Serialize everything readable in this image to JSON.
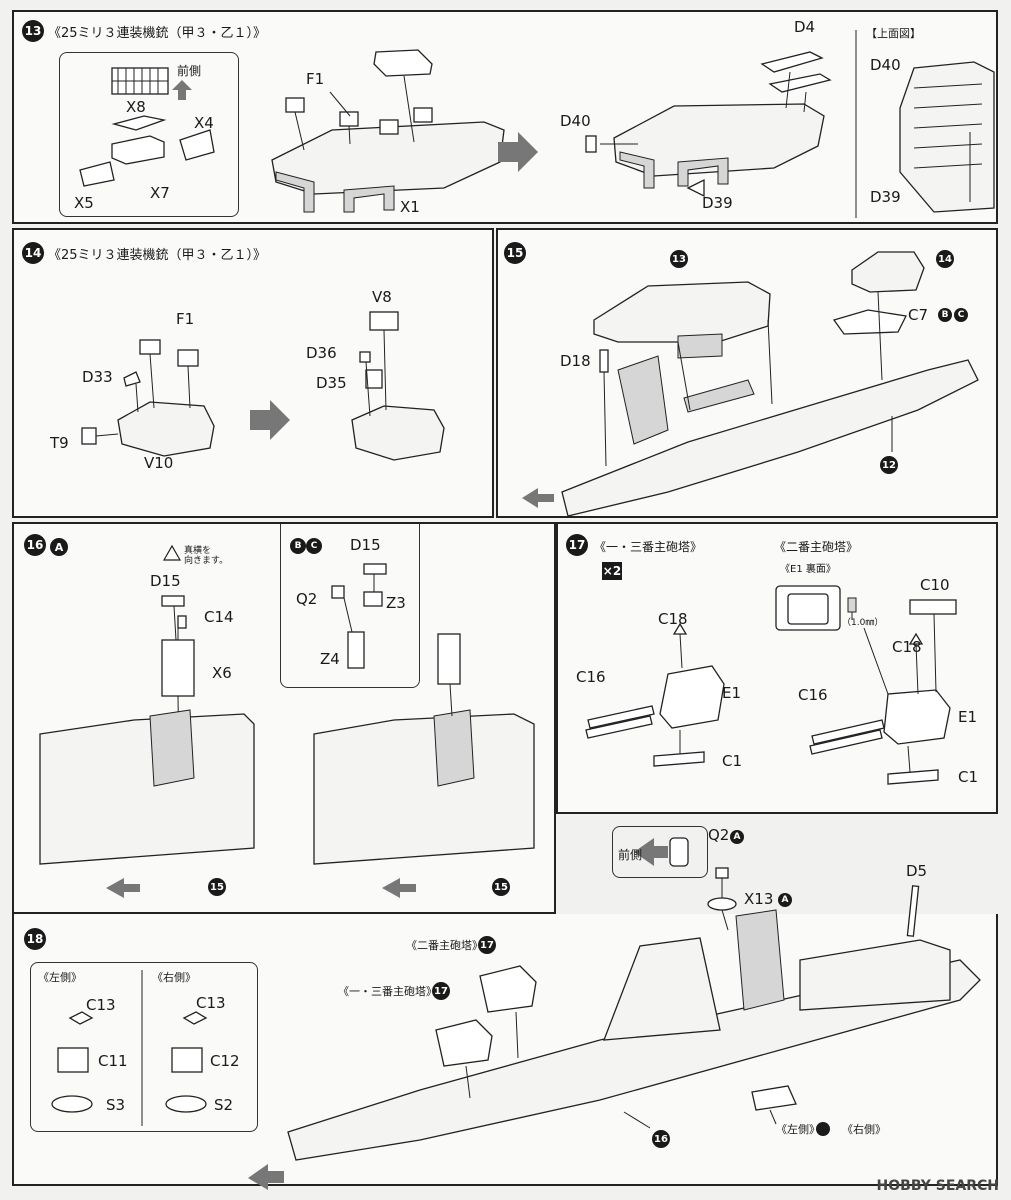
{
  "step13": {
    "num": "13",
    "title": "《25ミリ３連装機銃（甲３・乙１）》",
    "front": "前側",
    "parts": [
      "X8",
      "X4",
      "X7",
      "X5",
      "F1",
      "X1",
      "D4",
      "D40",
      "D39"
    ],
    "top_view": "【上面図】",
    "top_view_parts": [
      "D40",
      "D39"
    ]
  },
  "step14": {
    "num": "14",
    "title": "《25ミリ３連装機銃（甲３・乙１）》",
    "parts": [
      "F1",
      "D33",
      "T9",
      "V10",
      "V8",
      "D36",
      "D35"
    ]
  },
  "step15": {
    "num": "15",
    "refs": [
      "13",
      "14",
      "12"
    ],
    "parts": [
      "D18",
      "C7"
    ],
    "badges": [
      "B",
      "C"
    ]
  },
  "step16": {
    "num": "16",
    "badge_a": "A",
    "caution": "真横を\n向きます。",
    "parts_a": [
      "D15",
      "C14",
      "X6"
    ],
    "badges_bc": [
      "B",
      "C"
    ],
    "parts_bc": [
      "D15",
      "Q2",
      "Z3",
      "Z4"
    ],
    "refs": [
      "15",
      "15"
    ]
  },
  "step17": {
    "num": "17",
    "left_title": "《一・三番主砲塔》",
    "multiplier": "×2",
    "right_title": "《二番主砲塔》",
    "e1_back": "《E1 裏面》",
    "drill": "（1.0㎜）",
    "left_parts": [
      "C18",
      "C16",
      "E1",
      "C1"
    ],
    "right_parts": [
      "C10",
      "C18",
      "C16",
      "E1",
      "C1"
    ]
  },
  "step18": {
    "num": "18",
    "front": "前側",
    "left_side": "《左側》",
    "right_side": "《右側》",
    "left_parts": [
      "C13",
      "C11",
      "S3"
    ],
    "right_parts": [
      "C13",
      "C12",
      "S2"
    ],
    "top_parts": [
      "Q2",
      "X13",
      "D5"
    ],
    "badge_a": "A",
    "turret2": "《二番主砲塔》",
    "turret13": "《一・三番主砲塔》",
    "ref": "17",
    "hull_ref": "16",
    "bottom_left": "《左側》",
    "bottom_right": "《右側》"
  },
  "footer": "HOBBY SEARCH"
}
